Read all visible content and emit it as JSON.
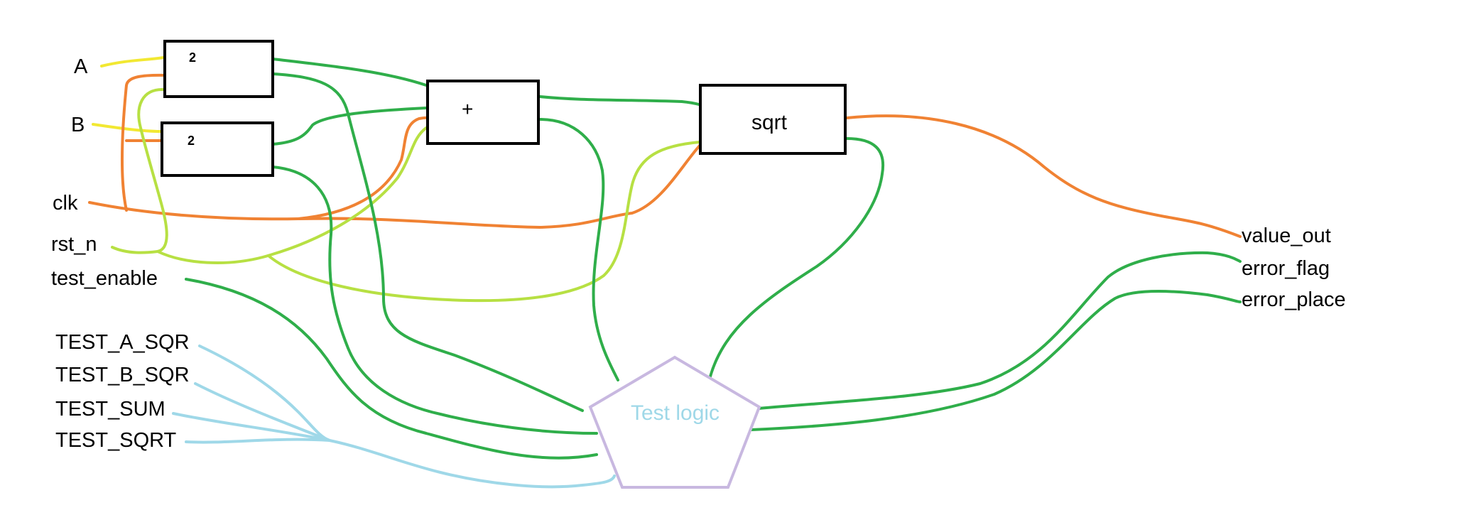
{
  "colors": {
    "yellow": "#f2e832",
    "orange": "#f08233",
    "lime": "#b7e043",
    "green": "#2fae4a",
    "lightblue": "#9fd8e8",
    "pentagon": "#c8b8e0",
    "test_logic_text": "#9fd8e8"
  },
  "inputs": {
    "a": "A",
    "b": "B",
    "clk": "clk",
    "rst_n": "rst_n",
    "test_enable": "test_enable"
  },
  "test_inputs": {
    "test_a_sqr": "TEST_A_SQR",
    "test_b_sqr": "TEST_B_SQR",
    "test_sum": "TEST_SUM",
    "test_sqrt": "TEST_SQRT"
  },
  "blocks": {
    "square_a": "2",
    "square_b": "2",
    "adder": "+",
    "sqrt": "sqrt",
    "test_logic": "Test logic"
  },
  "outputs": {
    "value_out": "value_out",
    "error_flag": "error_flag",
    "error_place": "error_place"
  }
}
